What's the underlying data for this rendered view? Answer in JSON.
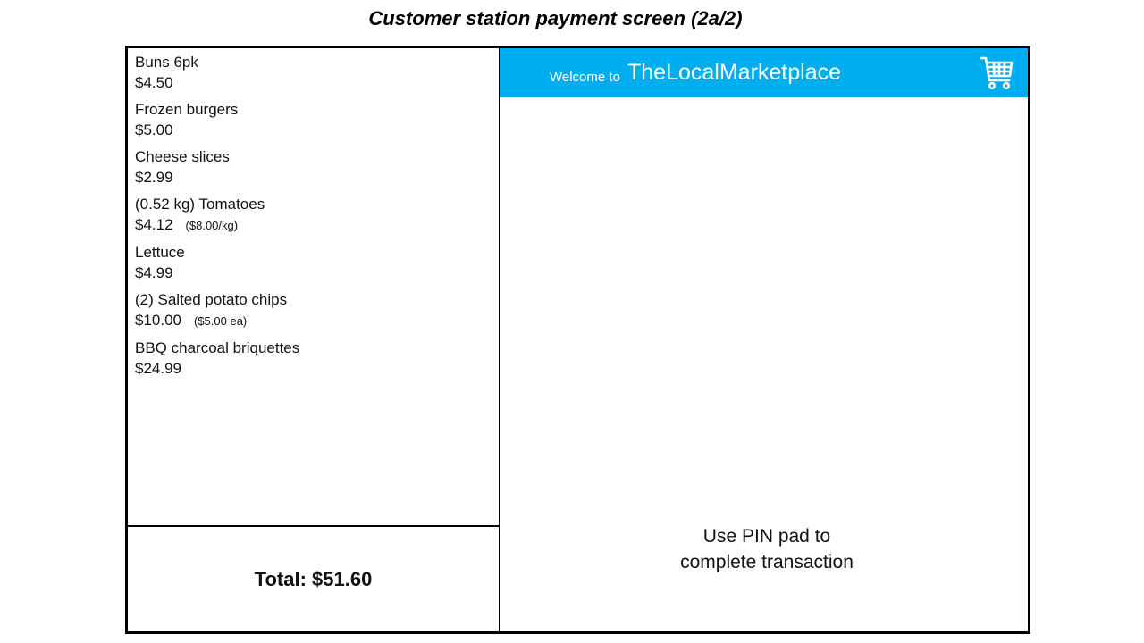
{
  "page": {
    "title": "Customer station payment screen (2a/2)"
  },
  "cart": {
    "items": [
      {
        "name": "Buns 6pk",
        "price": "$4.50",
        "unit": ""
      },
      {
        "name": "Frozen burgers",
        "price": "$5.00",
        "unit": ""
      },
      {
        "name": "Cheese slices",
        "price": "$2.99",
        "unit": ""
      },
      {
        "name": "(0.52 kg) Tomatoes",
        "price": "$4.12",
        "unit": "($8.00/kg)"
      },
      {
        "name": "Lettuce",
        "price": "$4.99",
        "unit": ""
      },
      {
        "name": "(2) Salted potato chips",
        "price": "$10.00",
        "unit": "($5.00 ea)"
      },
      {
        "name": "BBQ charcoal briquettes",
        "price": "$24.99",
        "unit": ""
      }
    ],
    "total_label": "Total: $51.60"
  },
  "banner": {
    "welcome": "Welcome to",
    "store_name": "TheLocalMarketplace",
    "icon": "shopping-cart-icon",
    "background_color": "#00aeef",
    "text_color": "#ffffff"
  },
  "payment": {
    "line1": "Use PIN pad to",
    "line2": "complete transaction"
  }
}
